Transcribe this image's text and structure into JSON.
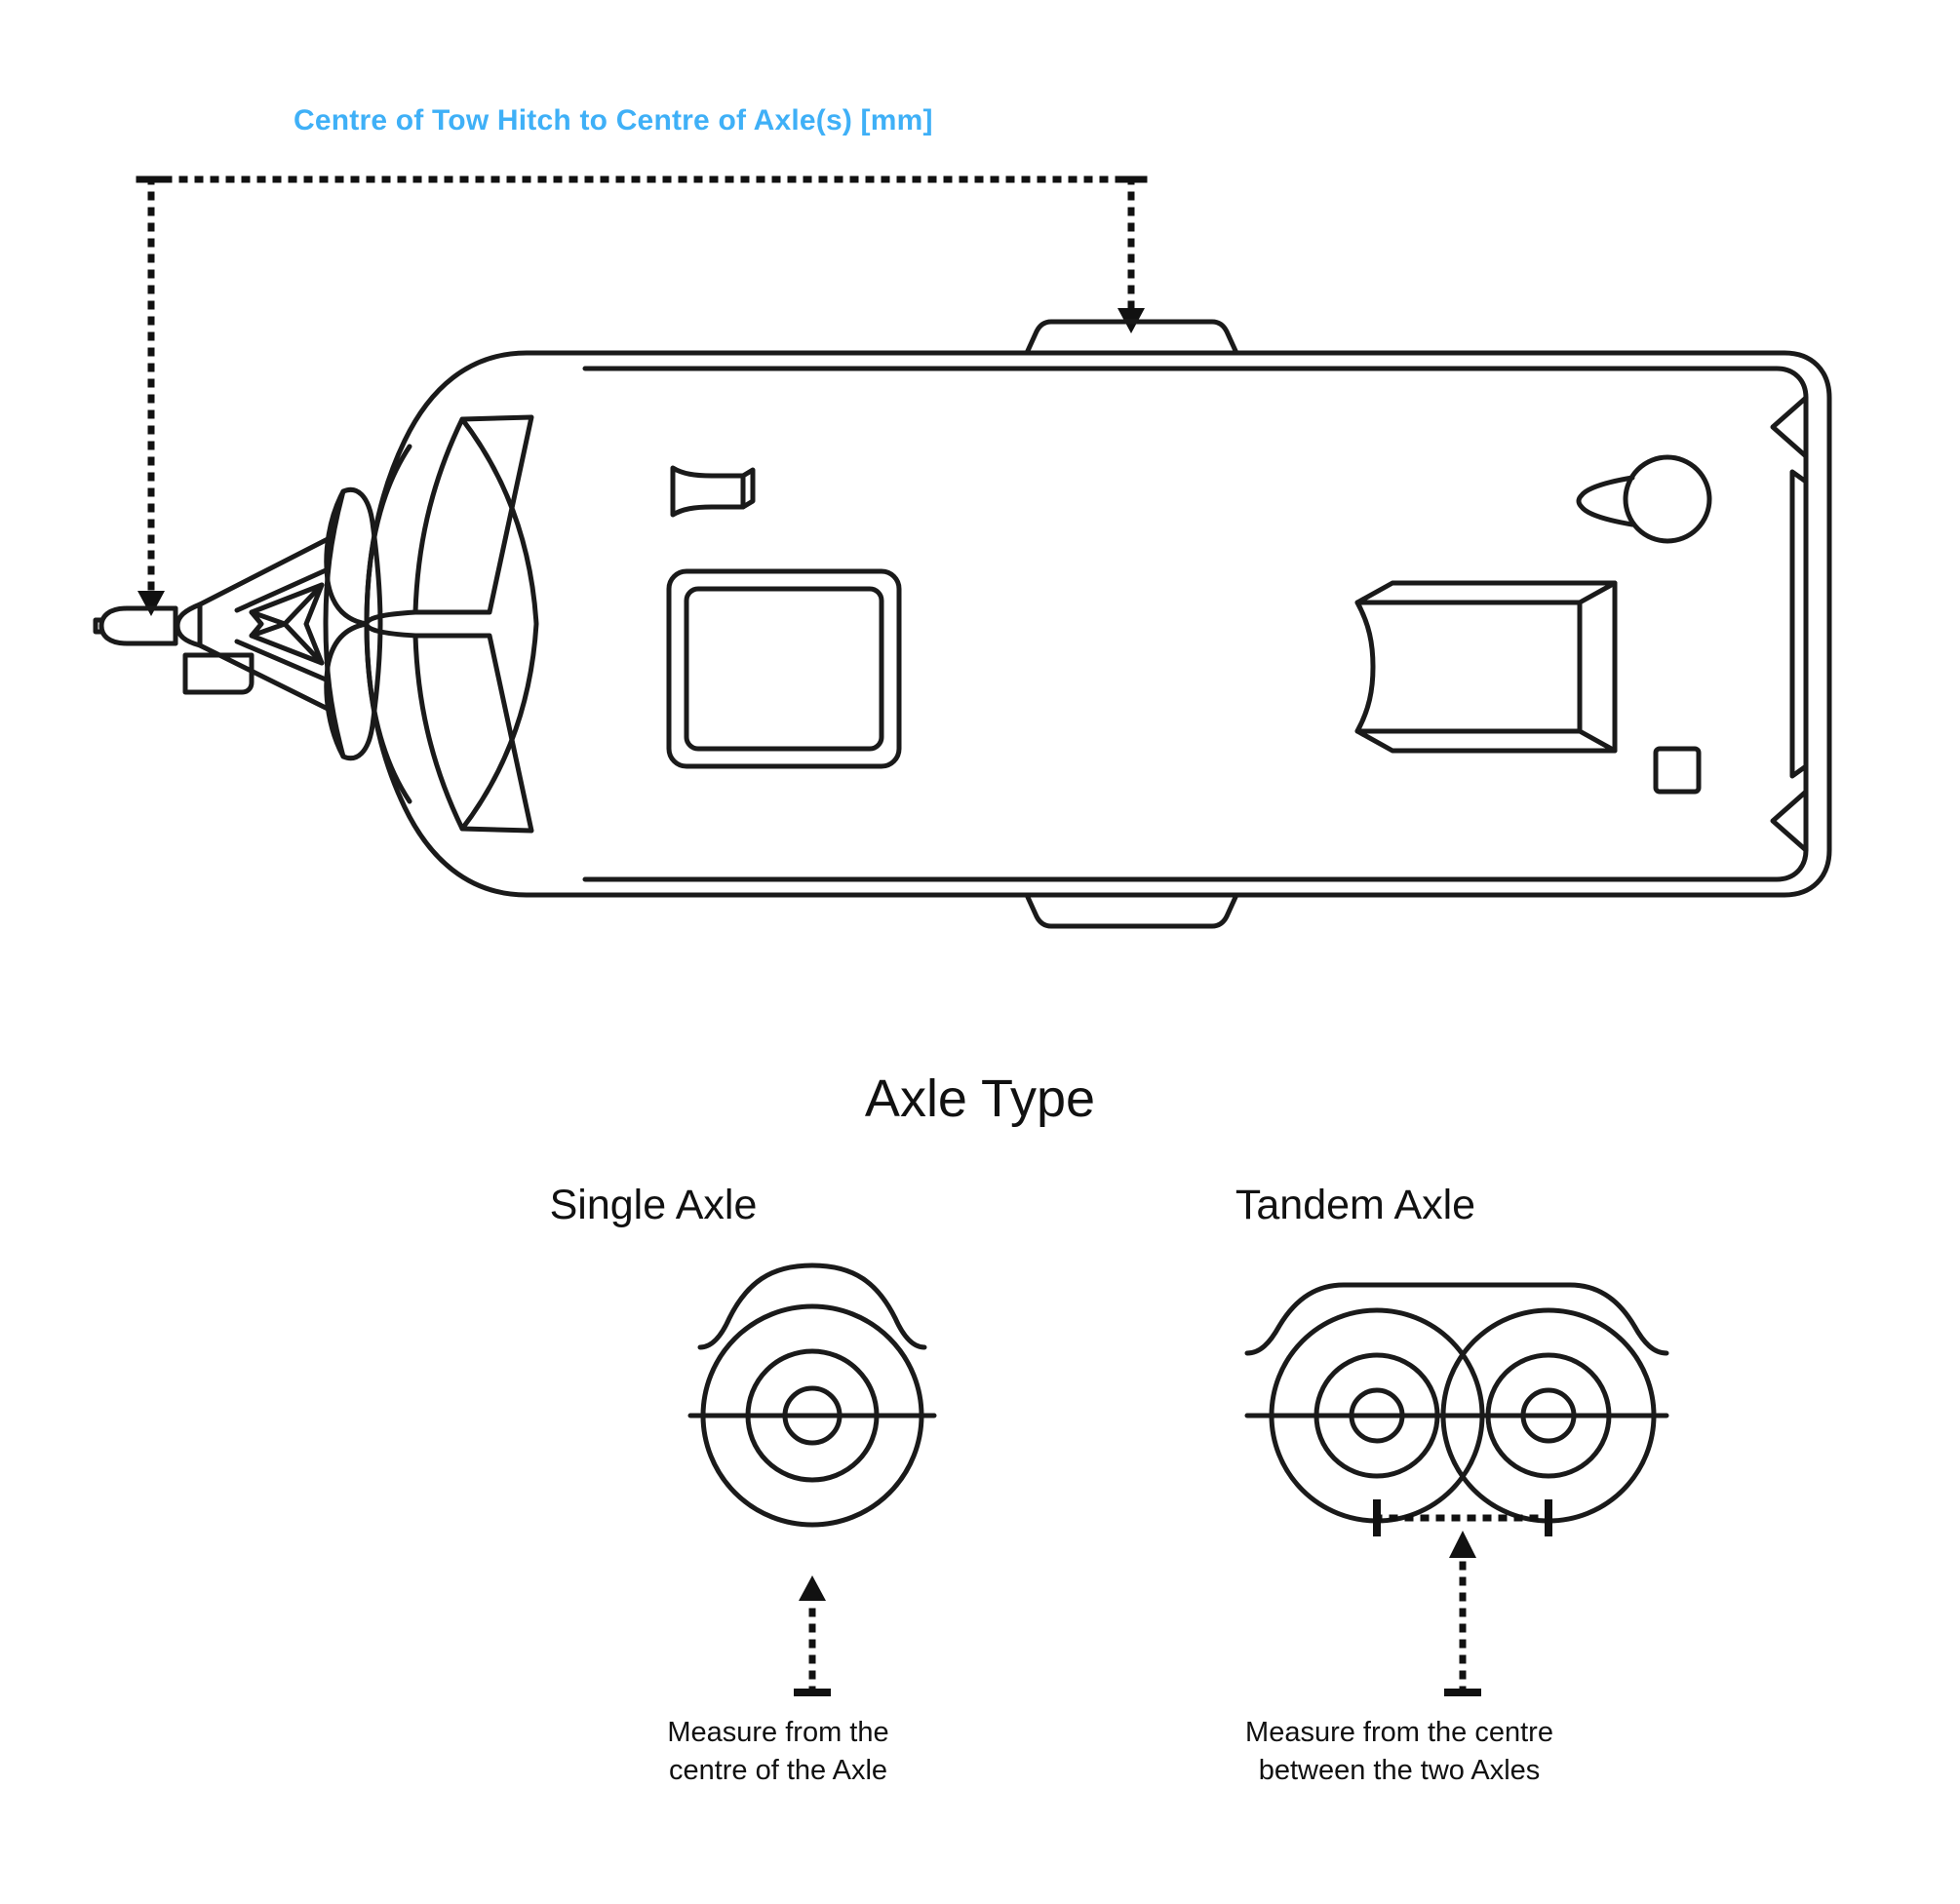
{
  "heading": {
    "dimension_label": "Centre of Tow Hitch to Centre of Axle(s) [mm]",
    "color": "#3FB0F7"
  },
  "diagram": {
    "caravan_plan_view": "caravan-top-view",
    "dimension_line": "tow-hitch-to-axle-dimension",
    "hitch": "tow-hitch-coupling",
    "drawbar": "a-frame-drawbar",
    "cross_brace": "x-brace",
    "axle_marker": "axle-position-marker"
  },
  "axle_section": {
    "title": "Axle Type",
    "options": [
      {
        "label": "Single Axle",
        "caption": "Measure from the\ncentre of the Axle",
        "caption_line1": "Measure from the",
        "caption_line2": "centre of the Axle",
        "wheels": 1
      },
      {
        "label": "Tandem Axle",
        "caption": "Measure from the centre\nbetween the two Axles",
        "caption_line1": "Measure from the centre",
        "caption_line2": "between the two Axles",
        "wheels": 2
      }
    ]
  },
  "style": {
    "stroke": "#1a1a1a",
    "background": "#ffffff",
    "accent": "#3FB0F7"
  }
}
